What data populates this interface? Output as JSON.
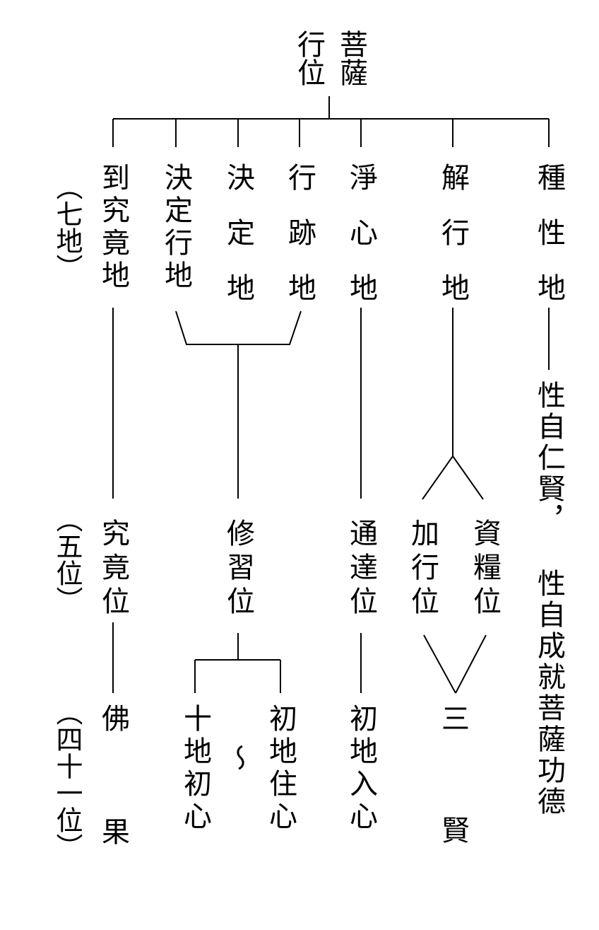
{
  "root": {
    "col1": "行位",
    "col2": "菩薩"
  },
  "level1": {
    "c1": "到究竟地",
    "c2": "決定行地",
    "c3": "決定地",
    "c4": "行跡地",
    "c5": "淨心地",
    "c6": "解行地",
    "c7": "種性地"
  },
  "level1_note": "（七地）",
  "level2": {
    "a": "究竟位",
    "b": "修習位",
    "c": "通達位",
    "d": "加行位",
    "e": "資糧位"
  },
  "level2_note": "（五位）",
  "side_text": {
    "col1": "性自仁賢，",
    "col2": "性自成就菩薩功德"
  },
  "level3": {
    "a": "佛果",
    "b1": "十地初心",
    "tilde": "～",
    "b2": "初地住心",
    "c": "初地入心",
    "d": "三賢"
  },
  "level3_note": "（四十一位）"
}
